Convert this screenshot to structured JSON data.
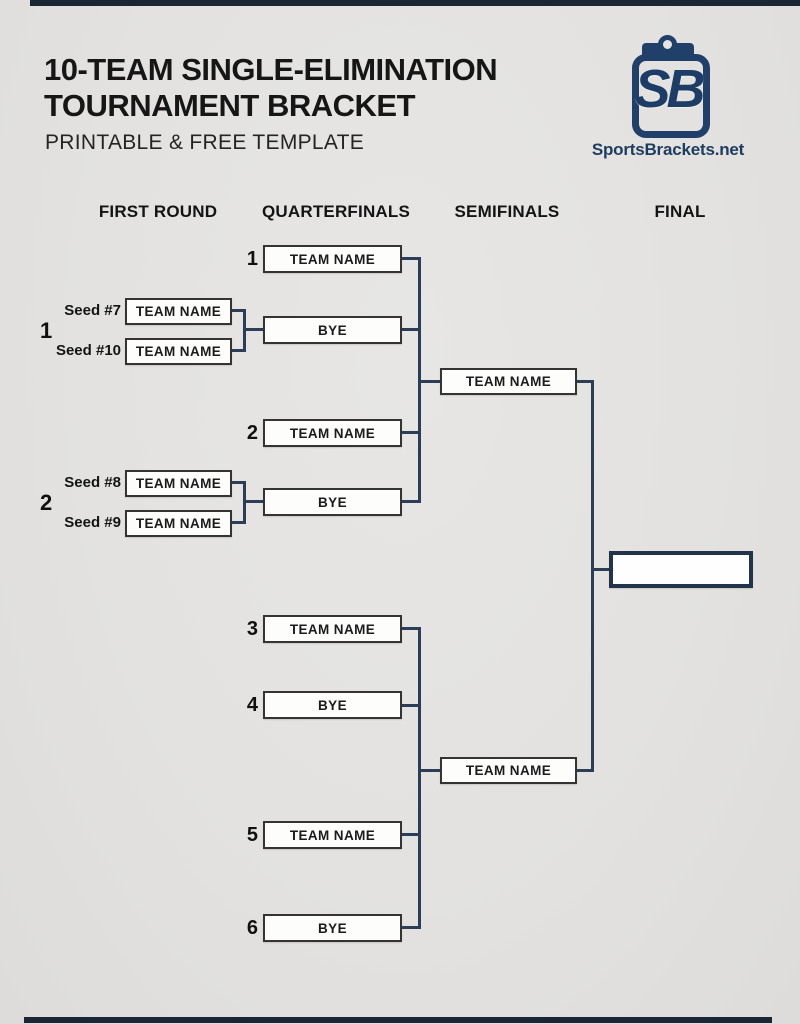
{
  "header": {
    "title_line1": "10-TEAM SINGLE-ELIMINATION",
    "title_line2": "TOURNAMENT BRACKET",
    "subtitle": "PRINTABLE & FREE TEMPLATE"
  },
  "logo": {
    "monogram": "SB",
    "site": "SportsBrackets.net"
  },
  "columns": {
    "first_round": "FIRST ROUND",
    "quarterfinals": "QUARTERFINALS",
    "semifinals": "SEMIFINALS",
    "final": "FINAL"
  },
  "first_round": {
    "matches": [
      {
        "number": "1",
        "seed_top": "Seed #7",
        "team_top": "TEAM NAME",
        "seed_bottom": "Seed #10",
        "team_bottom": "TEAM NAME"
      },
      {
        "number": "2",
        "seed_top": "Seed #8",
        "team_top": "TEAM NAME",
        "seed_bottom": "Seed #9",
        "team_bottom": "TEAM NAME"
      }
    ]
  },
  "quarterfinals": {
    "slots": [
      {
        "number": "1",
        "label": "TEAM NAME"
      },
      {
        "number": "",
        "label": "BYE"
      },
      {
        "number": "2",
        "label": "TEAM NAME"
      },
      {
        "number": "",
        "label": "BYE"
      },
      {
        "number": "3",
        "label": "TEAM NAME"
      },
      {
        "number": "4",
        "label": "BYE"
      },
      {
        "number": "5",
        "label": "TEAM NAME"
      },
      {
        "number": "6",
        "label": "BYE"
      }
    ]
  },
  "semifinals": {
    "slots": [
      {
        "label": "TEAM NAME"
      },
      {
        "label": "TEAM NAME"
      }
    ]
  },
  "final": {
    "label": ""
  },
  "colors": {
    "background": "#e4e3e1",
    "connector_navy": "#2c3d57",
    "box_border": "#343434",
    "logo_navy": "#20406a",
    "text": "#161616"
  }
}
